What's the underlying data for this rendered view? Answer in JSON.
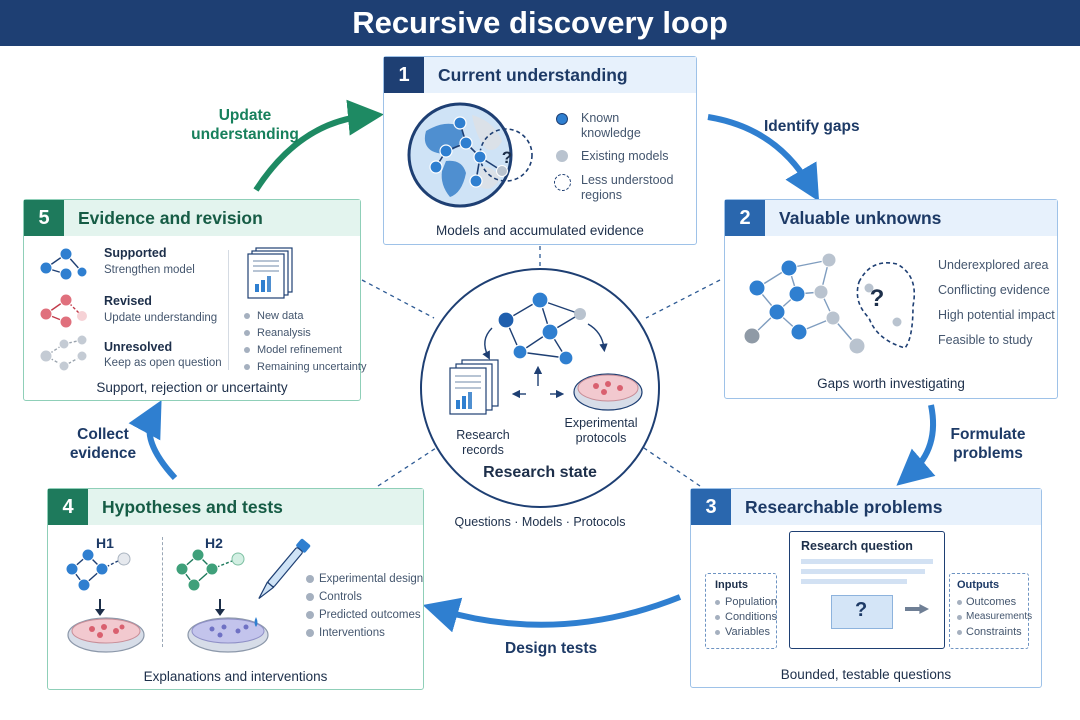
{
  "title": "Recursive discovery loop",
  "flows": {
    "update": "Update understanding",
    "identify": "Identify gaps",
    "formulate": "Formulate problems",
    "design": "Design tests",
    "collect": "Collect evidence"
  },
  "center": {
    "records": "Research records",
    "protocols": "Experimental protocols",
    "state": "Research state",
    "subtitle": "Questions · Models · Protocols"
  },
  "cards": {
    "current": {
      "number": "1",
      "title": "Current understanding",
      "legend": [
        "Known knowledge",
        "Existing models",
        "Less understood regions"
      ],
      "globe_mark": "?",
      "caption": "Models and accumulated evidence"
    },
    "unknowns": {
      "number": "2",
      "title": "Valuable unknowns",
      "mark": "?",
      "items": [
        "Underexplored area",
        "Conflicting evidence",
        "High potential impact",
        "Feasible to study"
      ],
      "caption": "Gaps worth investigating"
    },
    "problems": {
      "number": "3",
      "title": "Researchable problems",
      "question_title": "Research question",
      "question_mark": "?",
      "inputs_title": "Inputs",
      "inputs": [
        "Population",
        "Conditions",
        "Variables"
      ],
      "outputs_title": "Outputs",
      "outputs": [
        "Outcomes",
        "Measurements",
        "Constraints"
      ],
      "caption": "Bounded, testable questions"
    },
    "hypotheses": {
      "number": "4",
      "title": "Hypotheses and tests",
      "h1": "H1",
      "h2": "H2",
      "items": [
        "Experimental design",
        "Controls",
        "Predicted outcomes",
        "Interventions"
      ],
      "caption": "Explanations and interventions"
    },
    "evidence": {
      "number": "5",
      "title": "Evidence and revision",
      "outcomes": [
        {
          "label": "Supported",
          "desc": "Strengthen model"
        },
        {
          "label": "Revised",
          "desc": "Update understanding"
        },
        {
          "label": "Unresolved",
          "desc": "Keep as open question"
        }
      ],
      "items": [
        "New data",
        "Reanalysis",
        "Model refinement",
        "Remaining uncertainty"
      ],
      "caption": "Support, rejection or uncertainty"
    }
  },
  "colors": {
    "navy": "#1e3f73",
    "blue": "#2f7fd0",
    "green": "#1e7a5c",
    "light_blue_bg": "#e7f1fc",
    "light_green_bg": "#e3f4ee"
  }
}
